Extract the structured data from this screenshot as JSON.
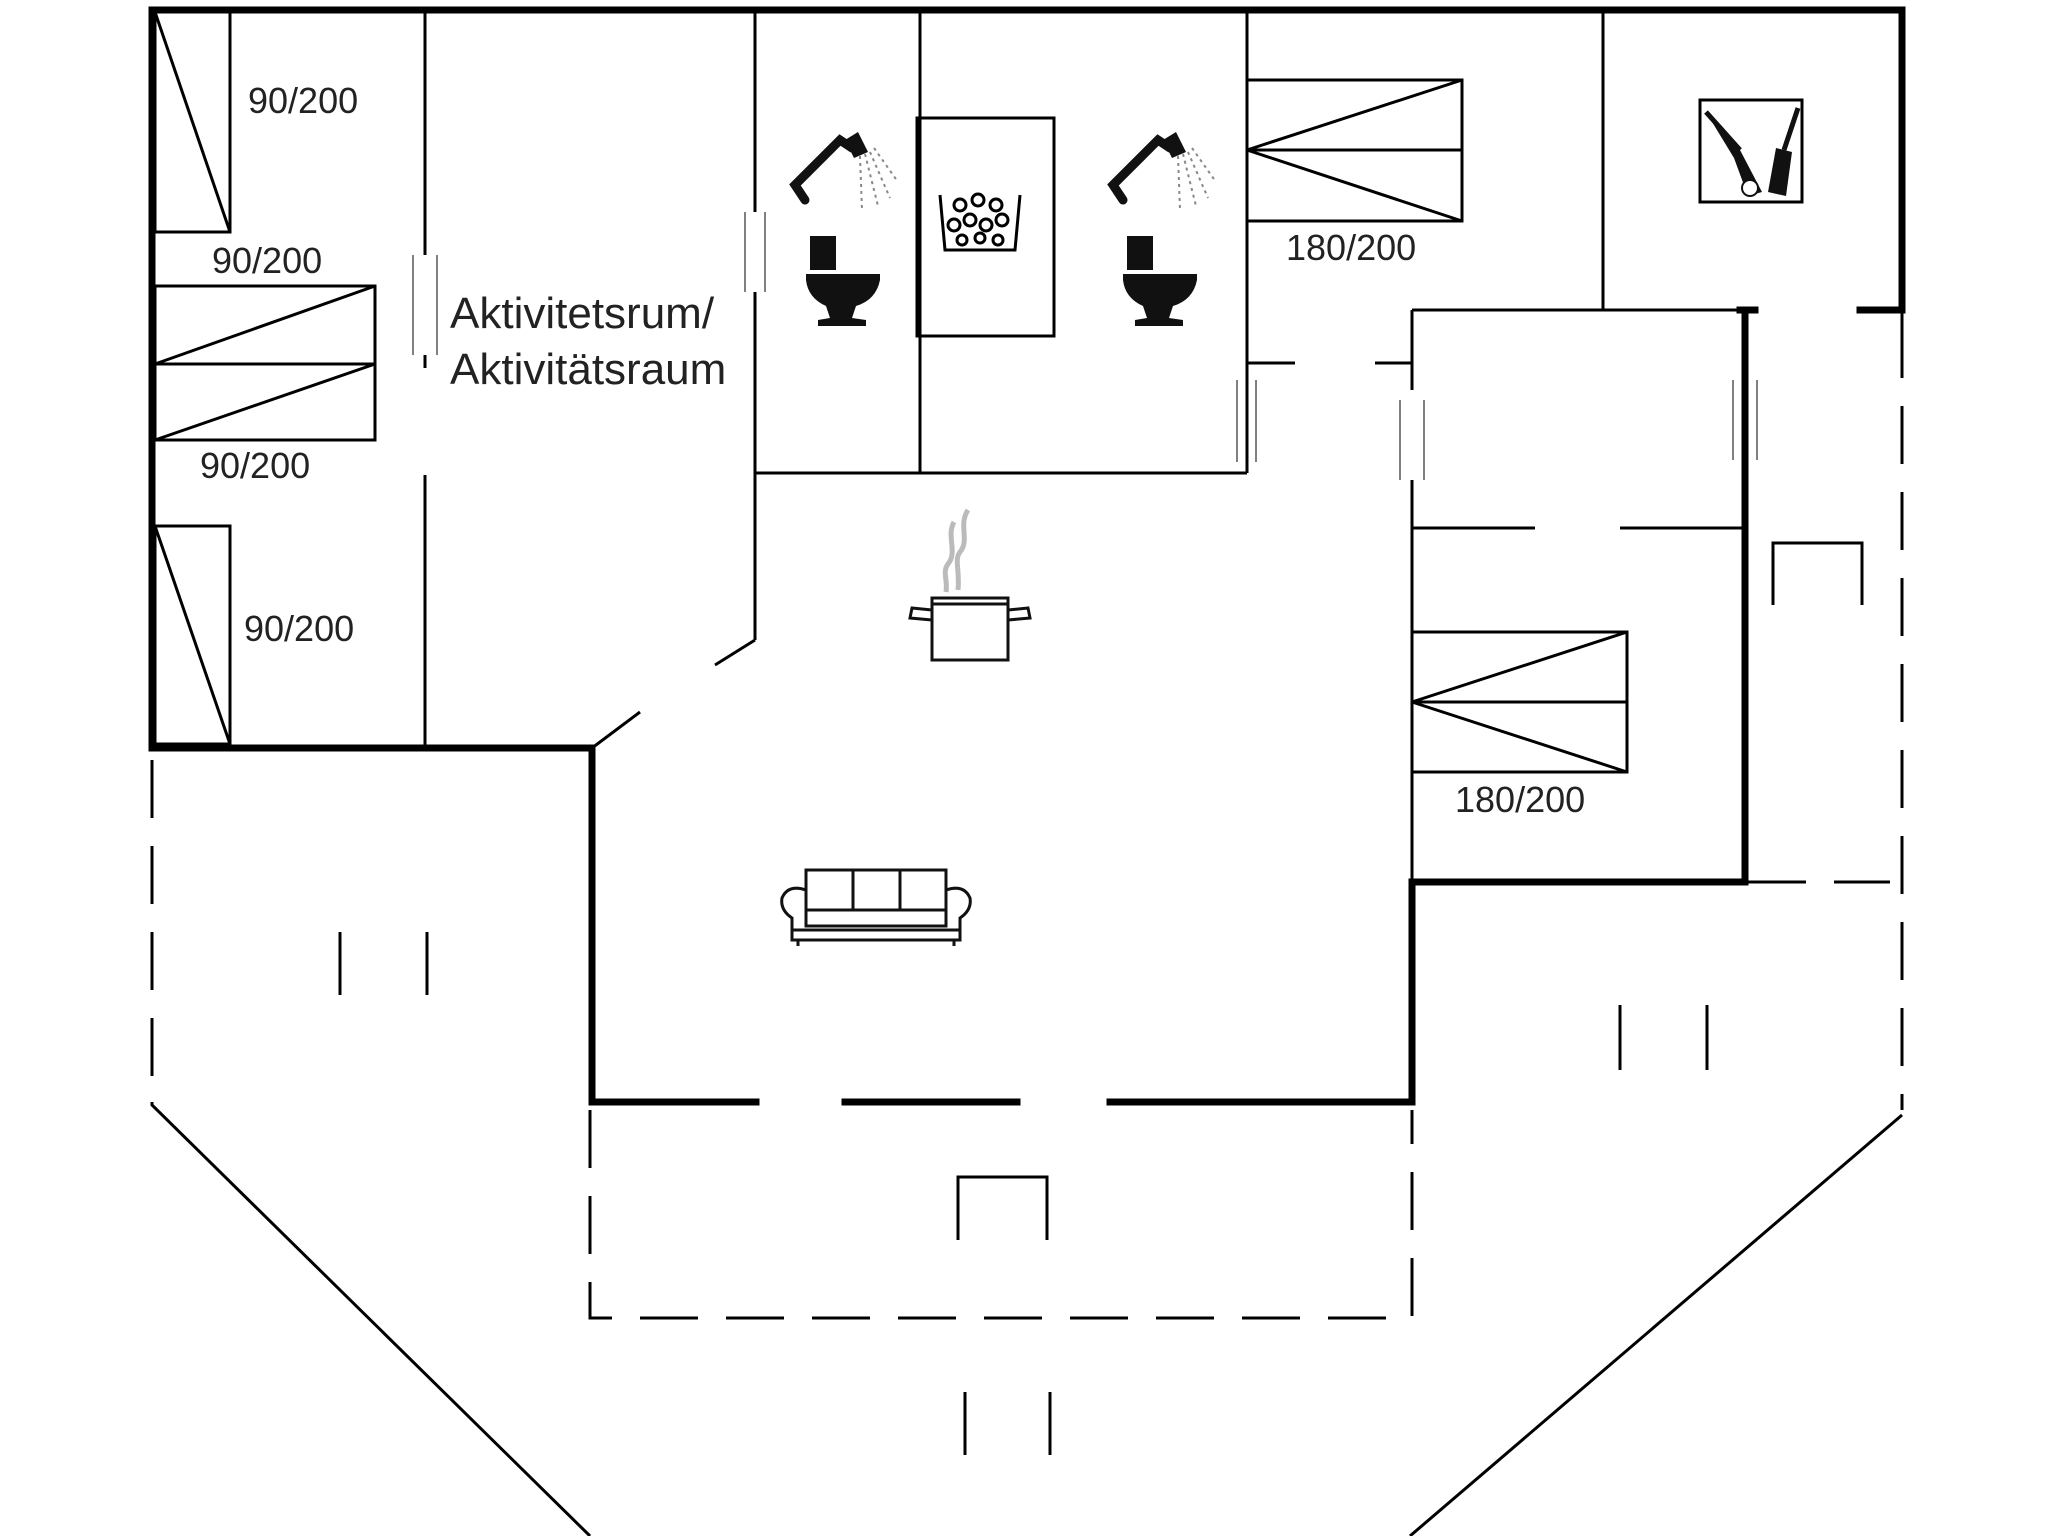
{
  "colors": {
    "line": "#000000",
    "icon": "#1a1a1a",
    "background": "#ffffff"
  },
  "labels": {
    "bed_tl": "90/200",
    "bed_ml1": "90/200",
    "bed_ml2": "90/200",
    "bed_bl": "90/200",
    "bed_tr": "180/200",
    "bed_mr": "180/200",
    "room_line1": "Aktivitetsrum/",
    "room_line2": "Aktivitätsraum"
  },
  "icons": [
    "shower-icon",
    "toilet-icon",
    "sauna-icon",
    "cooking-pot-icon",
    "sofa-icon",
    "cleaning-utensils-icon"
  ]
}
